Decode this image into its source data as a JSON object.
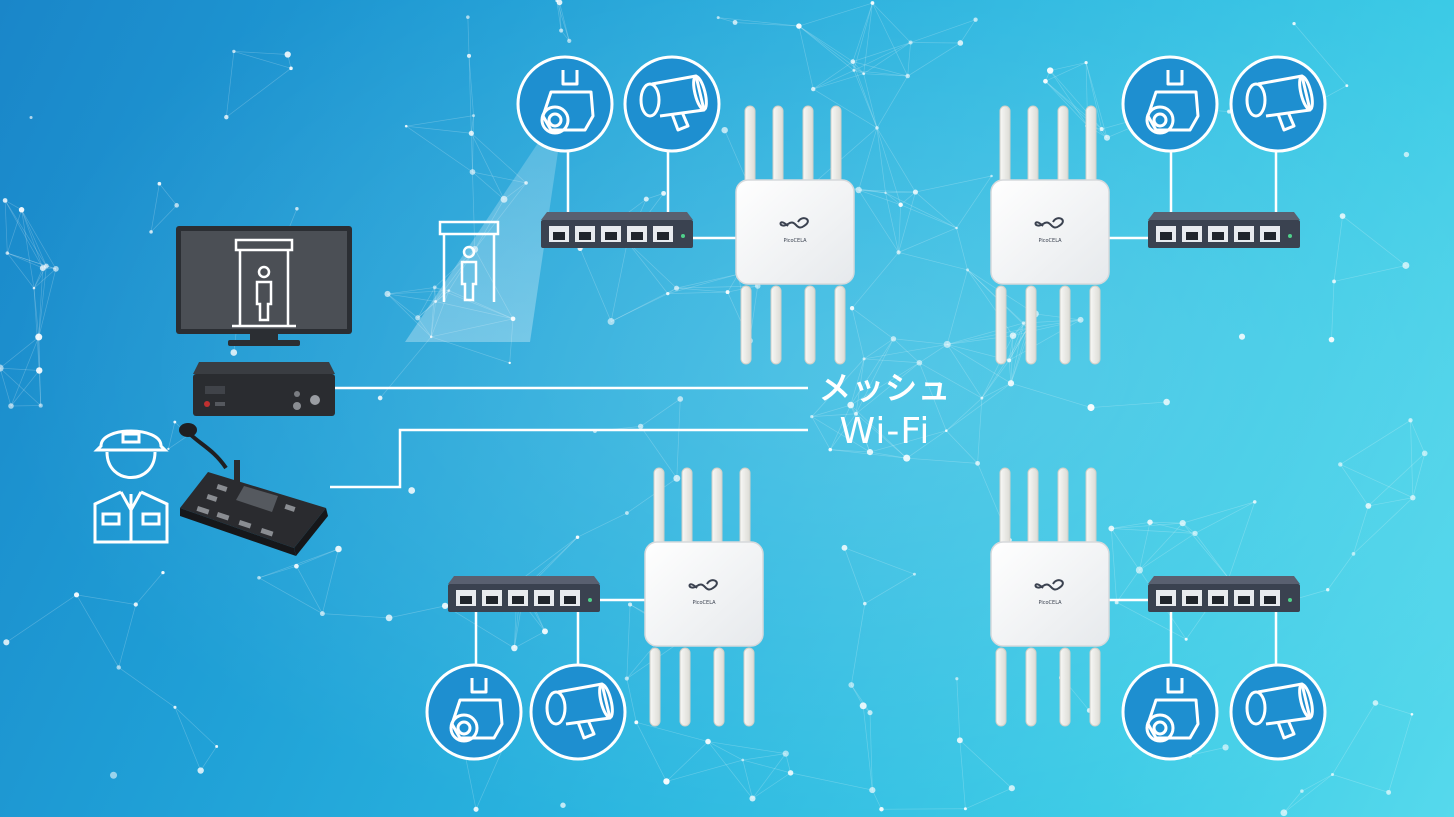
{
  "caption": {
    "line1": "メッシュ",
    "line2": "Wi-Fi"
  },
  "device_logo_text": "PicoCELA",
  "icons": {
    "camera": "security-camera-icon",
    "speaker": "megaphone-speaker-icon",
    "guard": "security-guard-icon",
    "monitor": "monitor-with-gate-icon",
    "recorder": "video-recorder-icon",
    "mic_console": "desk-microphone-console-icon",
    "gate": "walk-through-metal-detector-gate-icon"
  },
  "colors": {
    "background_start": "#1a86c9",
    "background_end": "#56d9ec",
    "link_line": "#ffffff",
    "icon_circle": "#1e8fd0",
    "switch_body": "#3a4250",
    "access_point": "#f4f5f6"
  }
}
